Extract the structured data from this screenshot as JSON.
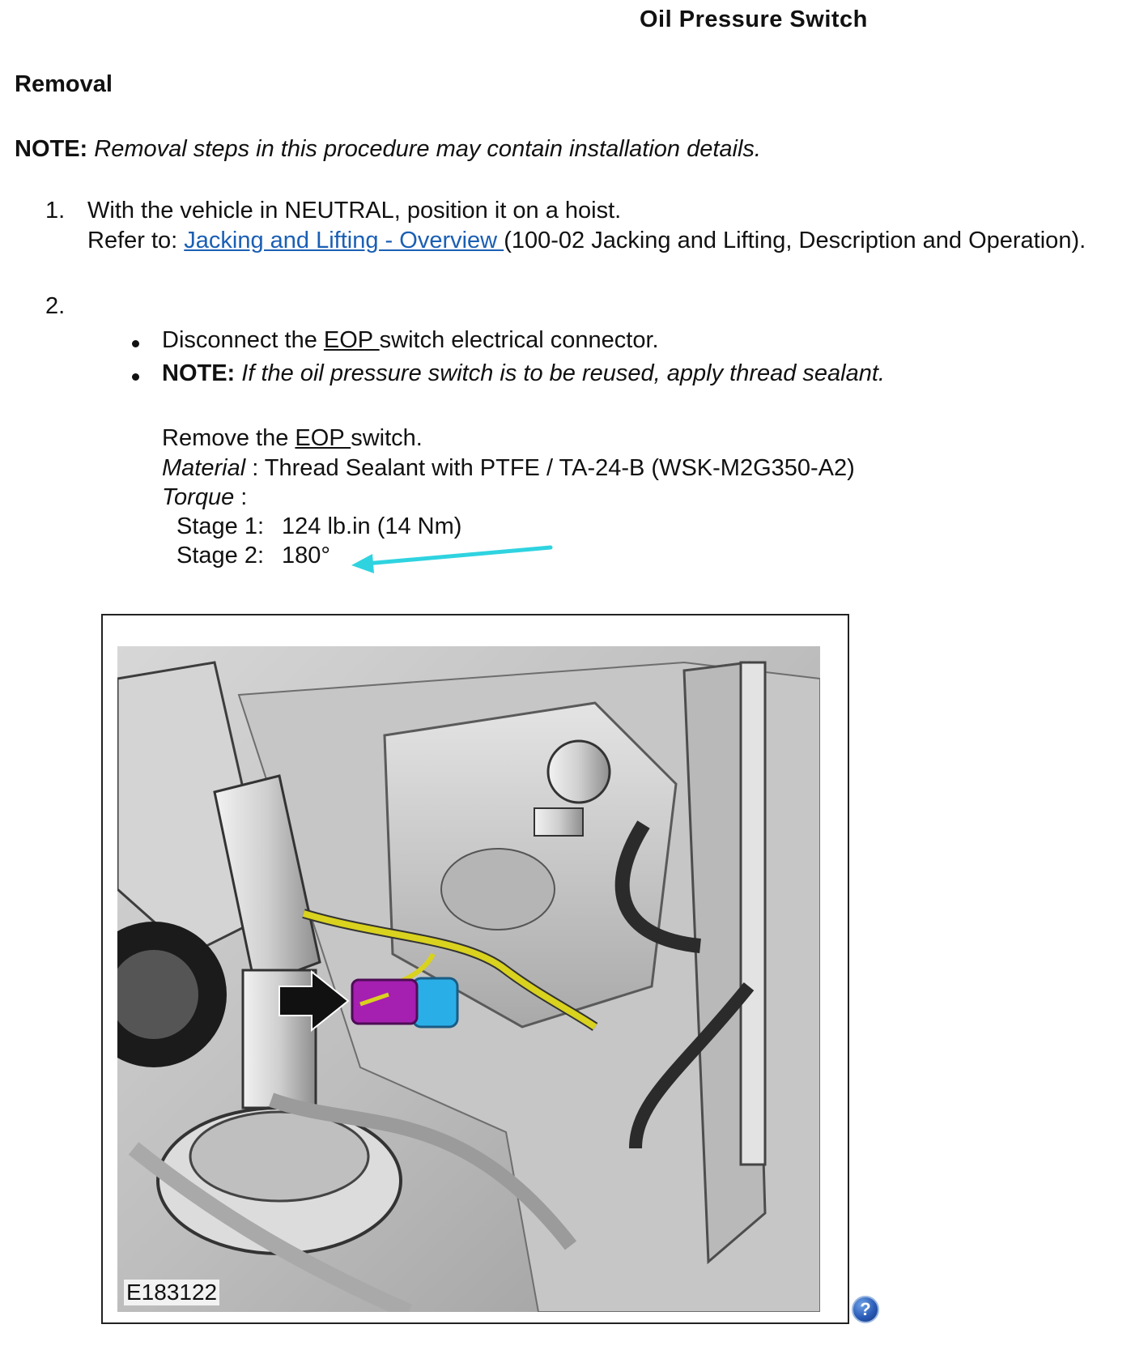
{
  "document": {
    "title": "Oil Pressure Switch",
    "section": "Removal",
    "note_label": "NOTE:",
    "note_text": "Removal steps in this procedure may contain installation details."
  },
  "steps": [
    {
      "number": "1.",
      "line1": "With the vehicle in NEUTRAL, position it on a hoist.",
      "refer_prefix": "Refer to: ",
      "refer_link": "Jacking and Lifting - Overview ",
      "refer_suffix": "(100-02 Jacking and Lifting, Description and Operation)."
    },
    {
      "number": "2.",
      "bullet1_pre": "Disconnect the ",
      "bullet1_abbr": "EOP ",
      "bullet1_post": "switch electrical connector.",
      "bullet2_label": "NOTE:",
      "bullet2_text": " If the oil pressure switch is to be reused, apply thread sealant.",
      "remove_pre": "Remove the ",
      "remove_abbr": "EOP ",
      "remove_post": "switch.",
      "material_label": "Material",
      "material_value": " : Thread Sealant with PTFE / TA-24-B (WSK-M2G350-A2)",
      "torque_label": "Torque",
      "torque_colon": " :",
      "stage1_label": "Stage 1:",
      "stage1_value": "124 lb.in (14 Nm)",
      "stage2_label": "Stage 2:",
      "stage2_value": "180°"
    }
  ],
  "figure": {
    "id": "E183122"
  },
  "help_icon": "?",
  "colors": {
    "link": "#1a5fb4",
    "annotation_arrow": "#2fd3e0",
    "wire": "#d9d21e",
    "connector": "#a51fb0",
    "switch": "#2aaee8"
  }
}
